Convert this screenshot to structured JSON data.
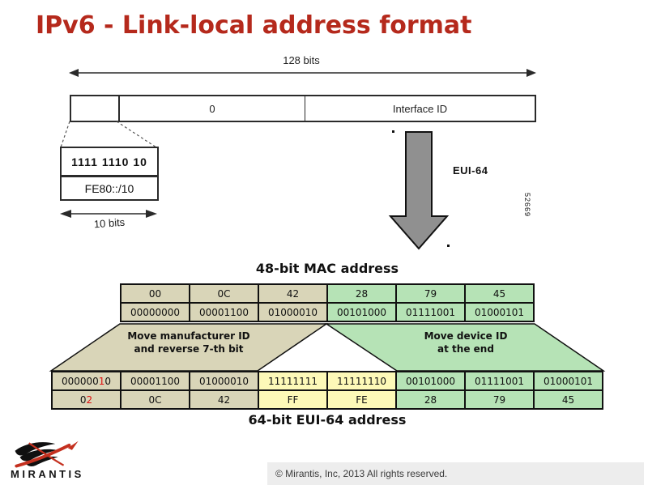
{
  "title": "IPv6 - Link-local address format",
  "top_diagram": {
    "bits_label": "128 bits",
    "fields": [
      {
        "label": ""
      },
      {
        "label": "0"
      },
      {
        "label": "Interface ID"
      }
    ],
    "prefix_binary": "1111 1110 10",
    "prefix_hex": "FE80::/10",
    "prefix_bits_label": "10 bits"
  },
  "eui_arrow": {
    "label": "EUI-64",
    "figure_number": "52669"
  },
  "mac_section": {
    "heading": "48-bit MAC address"
  },
  "eui_section": {
    "heading": "64-bit EUI-64 address"
  },
  "transform_band": {
    "left_line1": "Move manufacturer ID",
    "left_line2": "and reverse 7-th bit",
    "right_line1": "Move device ID",
    "right_line2": "at the end"
  },
  "mac_table": {
    "rows": [
      {
        "cells": [
          {
            "t": "00",
            "c": "tan"
          },
          {
            "t": "0C",
            "c": "tan"
          },
          {
            "t": "42",
            "c": "tan"
          },
          {
            "t": "28",
            "c": "green"
          },
          {
            "t": "79",
            "c": "green"
          },
          {
            "t": "45",
            "c": "green"
          }
        ]
      },
      {
        "cells": [
          {
            "t": "00000000",
            "c": "tan"
          },
          {
            "t": "00001100",
            "c": "tan"
          },
          {
            "t": "01000010",
            "c": "tan"
          },
          {
            "t": "00101000",
            "c": "green"
          },
          {
            "t": "01111001",
            "c": "green"
          },
          {
            "t": "01000101",
            "c": "green"
          }
        ]
      }
    ]
  },
  "eui_table": {
    "rows": [
      {
        "cells": [
          {
            "parts": [
              {
                "t": "000000"
              },
              {
                "t": "1",
                "red": true
              },
              {
                "t": "0"
              }
            ],
            "c": "tan"
          },
          {
            "t": "00001100",
            "c": "tan"
          },
          {
            "t": "01000010",
            "c": "tan"
          },
          {
            "t": "11111111",
            "c": "yellow"
          },
          {
            "t": "11111110",
            "c": "yellow"
          },
          {
            "t": "00101000",
            "c": "green"
          },
          {
            "t": "01111001",
            "c": "green"
          },
          {
            "t": "01000101",
            "c": "green"
          }
        ]
      },
      {
        "cells": [
          {
            "parts": [
              {
                "t": "0"
              },
              {
                "t": "2",
                "red": true
              }
            ],
            "c": "tan"
          },
          {
            "t": "0C",
            "c": "tan"
          },
          {
            "t": "42",
            "c": "tan"
          },
          {
            "t": "FF",
            "c": "yellow"
          },
          {
            "t": "FE",
            "c": "yellow"
          },
          {
            "t": "28",
            "c": "green"
          },
          {
            "t": "79",
            "c": "green"
          },
          {
            "t": "45",
            "c": "green"
          }
        ]
      }
    ]
  },
  "footer": {
    "wordmark": "MIRANTIS",
    "copyright": "© Mirantis, Inc, 2013 All rights reserved."
  },
  "colors": {
    "title_red": "#b5291c",
    "cell_tan": "#d9d5b8",
    "cell_green": "#b6e3b6",
    "cell_yellow": "#fdf9b8",
    "highlight_red": "#e01010",
    "arrow_gray": "#909090",
    "copyright_bg": "#ededed"
  }
}
